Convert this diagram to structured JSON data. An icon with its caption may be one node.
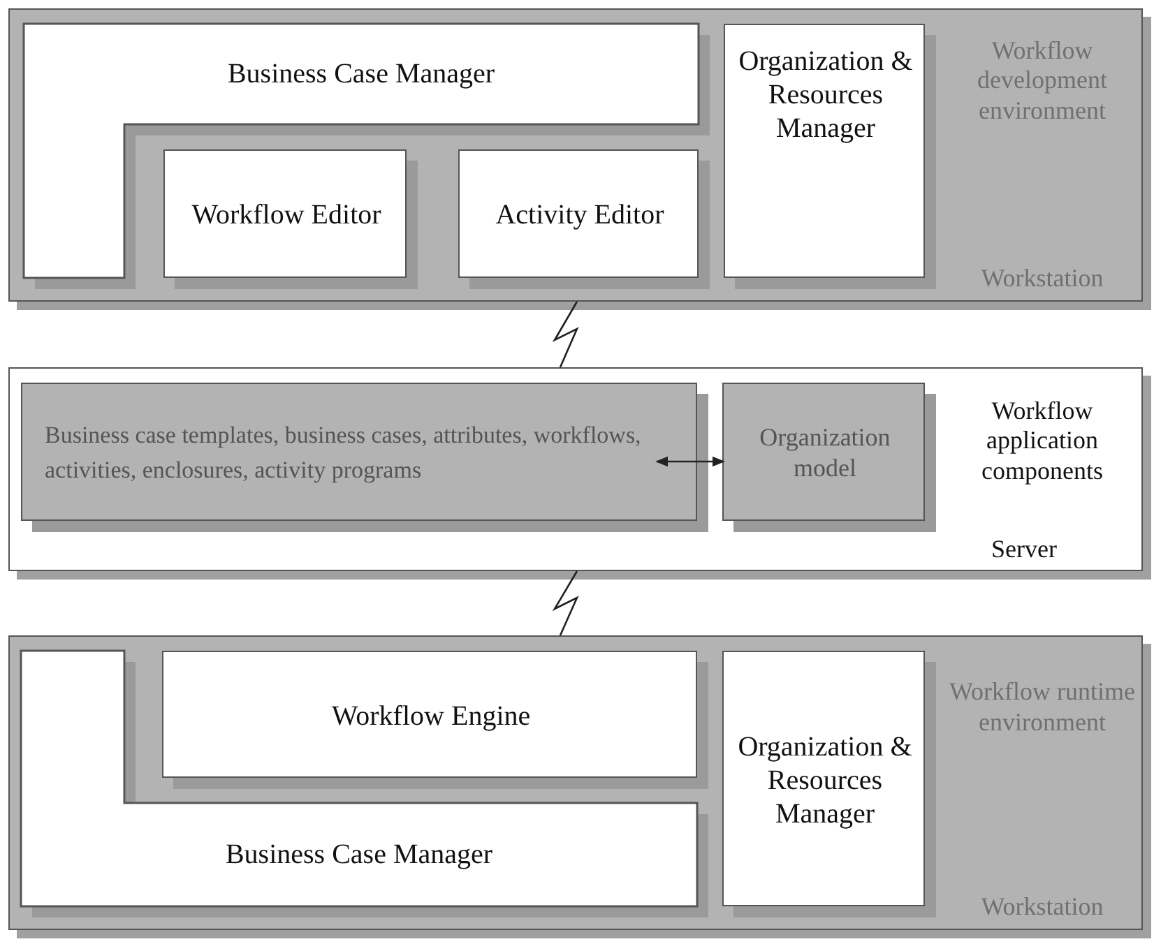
{
  "diagram": {
    "nodes": [
      {
        "text": [
          "Workflow development environment",
          "Workstation"
        ]
      },
      {
        "text": [
          "Business Case Manager"
        ],
        "in": 0
      },
      {
        "text": [
          "Workflow Editor"
        ],
        "in": 0
      },
      {
        "text": [
          "Activity Editor"
        ],
        "in": 0
      },
      {
        "text": [
          "Organization & Resources Manager"
        ],
        "in": 0
      },
      {
        "text": [
          "Workflow application components",
          "Server"
        ]
      },
      {
        "text": [
          "Business case templates,  business cases, attributes,  workflows,  activities, enclosures,  activity programs"
        ],
        "in": 5
      },
      {
        "text": [
          "Organization model"
        ],
        "in": 5
      },
      {
        "text": [
          "Workflow runtime environment",
          "Workstation"
        ]
      },
      {
        "text": [
          "Workflow Engine"
        ],
        "in": 8
      },
      {
        "text": [
          "Business Case Manager"
        ],
        "in": 8
      },
      {
        "text": [
          "Organization & Resources Manager"
        ],
        "in": 8
      }
    ],
    "edges": [
      {
        "from": 0,
        "to": 5,
        "arrow": "none"
      },
      {
        "from": 5,
        "to": 8,
        "arrow": "none"
      },
      {
        "from": 6,
        "to": 7,
        "arrow": "both"
      }
    ]
  }
}
